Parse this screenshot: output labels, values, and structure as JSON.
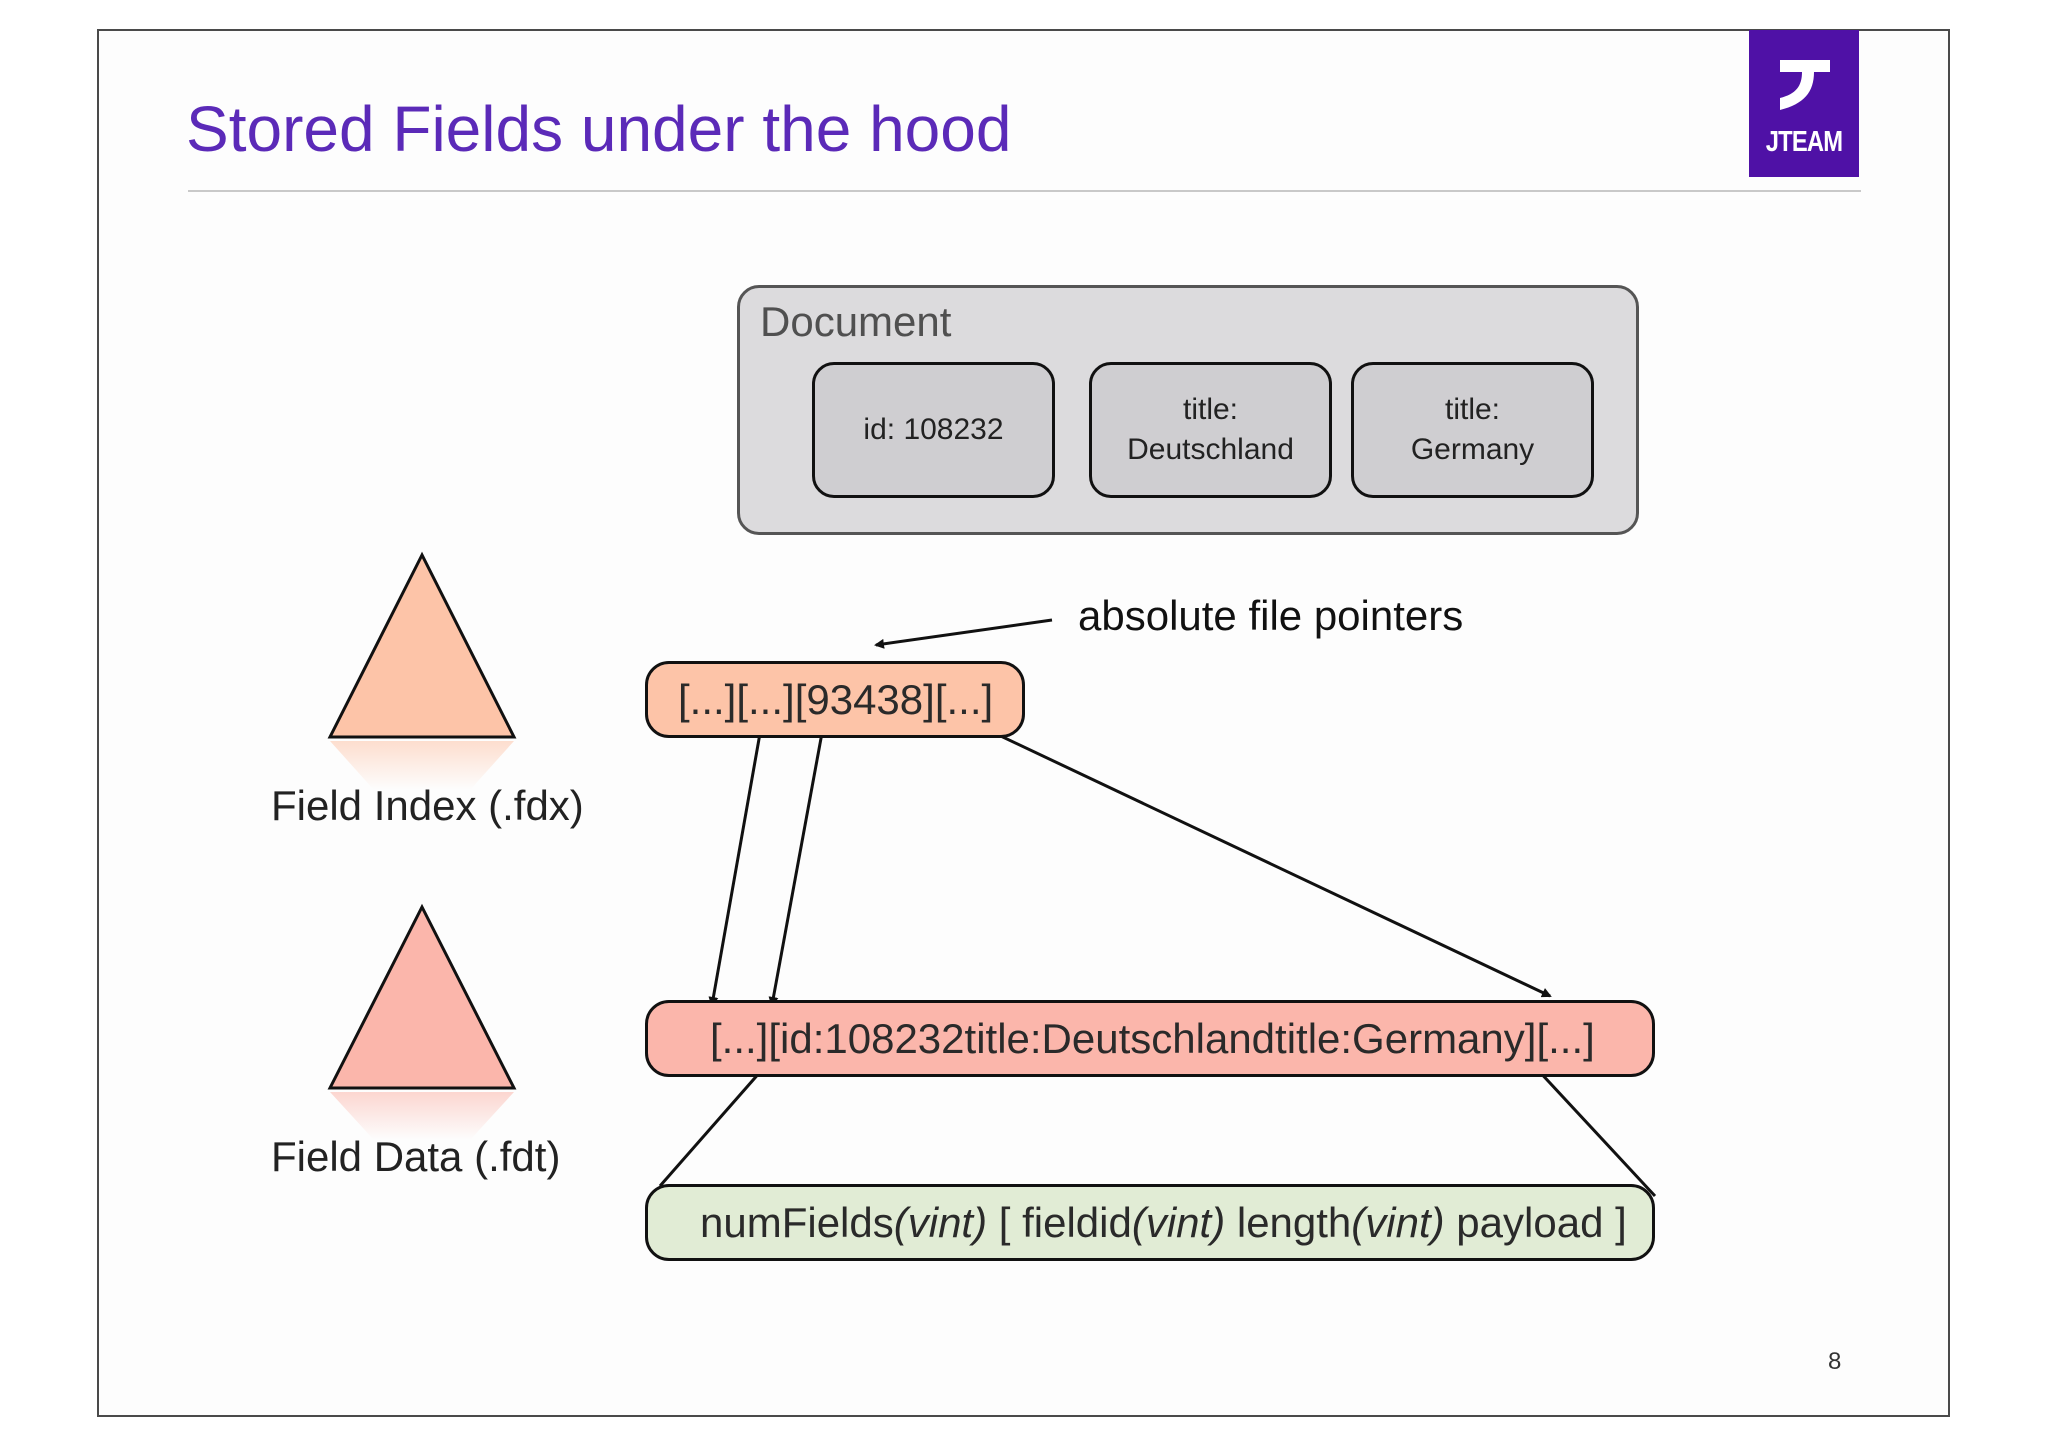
{
  "slide": {
    "title": "Stored Fields under the hood",
    "page_number": "8"
  },
  "logo": {
    "text": "JTEAM",
    "color": "#4f11a6"
  },
  "document": {
    "label": "Document",
    "fields": [
      {
        "line1": "id: 108232",
        "line2": ""
      },
      {
        "line1": "title:",
        "line2": "Deutschland"
      },
      {
        "line1": "title:",
        "line2": "Germany"
      }
    ]
  },
  "pointer_label": "absolute file pointers",
  "field_index": {
    "caption": "Field Index (.fdx)",
    "content": "[...][...][93438][...]",
    "color": "#fdc4a8"
  },
  "field_data": {
    "caption": "Field Data (.fdt)",
    "content": "[...][id:108232title:Deutschlandtitle:Germany][...]",
    "color": "#fbb6ab"
  },
  "record_format": {
    "parts": [
      {
        "text": "numFields",
        "italic": false
      },
      {
        "text": "(vint)",
        "italic": true
      },
      {
        "text": " [ fieldid",
        "italic": false
      },
      {
        "text": "(vint)",
        "italic": true
      },
      {
        "text": " length",
        "italic": false
      },
      {
        "text": "(vint)",
        "italic": true
      },
      {
        "text": " payload ]",
        "italic": false
      }
    ],
    "color": "#e1ecd5"
  }
}
